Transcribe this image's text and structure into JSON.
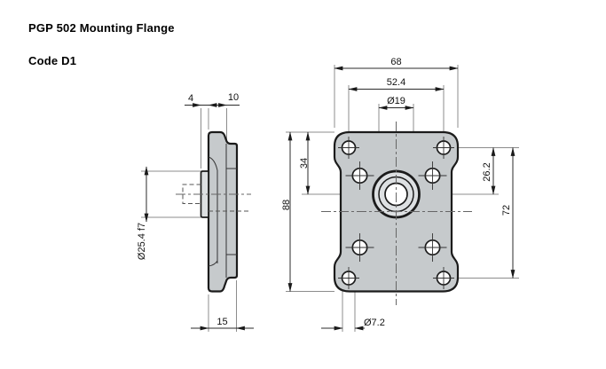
{
  "header": {
    "title": "PGP 502 Mounting Flange",
    "code": "Code D1"
  },
  "colors": {
    "body": "#c6cacc",
    "pilot_boss": "#dde0e2",
    "bore_ring": "#dde0e2",
    "outline": "#1b1b1b",
    "dim_line": "#2b2b2b",
    "extension_line": "#8c8c8c",
    "centerline": "#666666",
    "background": "#ffffff"
  },
  "side_view": {
    "name": "flange side section view",
    "dims": {
      "pilot_protrusion": "4",
      "flange_thickness": "10",
      "overall_depth": "15",
      "pilot_diameter": "Ø25.4 f7"
    }
  },
  "front_view": {
    "name": "flange front view",
    "dims": {
      "overall_width": "68",
      "bolt_spacing_horizontal": "52.4",
      "shaft_bore": "Ø19",
      "overall_height": "88",
      "bore_center_from_top": "34",
      "bolt_to_bore_center": "26.2",
      "bolt_spacing_vertical": "72",
      "bolt_hole_diameter": "Ø7.2"
    }
  }
}
